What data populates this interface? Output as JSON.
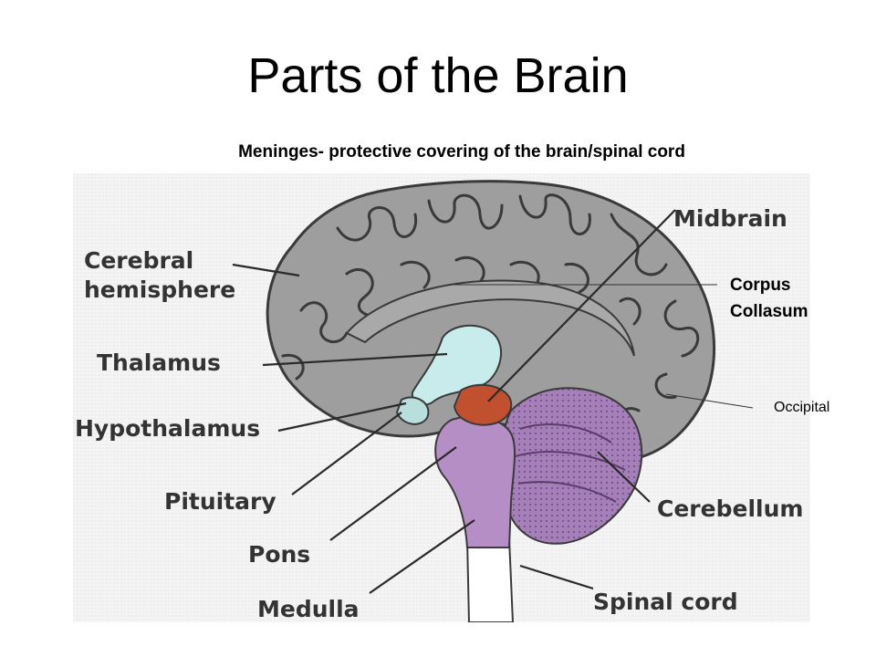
{
  "title": "Parts of the Brain",
  "subtitle": "Meninges- protective covering of the brain/spinal cord",
  "labels": {
    "cerebral_line1": "Cerebral",
    "cerebral_line2": "hemisphere",
    "thalamus": "Thalamus",
    "hypothalamus": "Hypothalamus",
    "pituitary": "Pituitary",
    "pons": "Pons",
    "medulla": "Medulla",
    "midbrain": "Midbrain",
    "cerebellum": "Cerebellum",
    "spinal_cord": "Spinal cord"
  },
  "annotations": {
    "corpus_line1": "Corpus",
    "corpus_line2": "Collasum",
    "occipital": "Occipital"
  },
  "colors": {
    "cerebrum": "#9e9e9e",
    "cerebrum_outline": "#3a3a3a",
    "brainstem": "#b48ec4",
    "cerebellum": "#a57fb8",
    "midbrain": "#c1502e",
    "thalamus": "#c8ecec",
    "background": "#f2f2f2",
    "label_text": "#333333"
  }
}
